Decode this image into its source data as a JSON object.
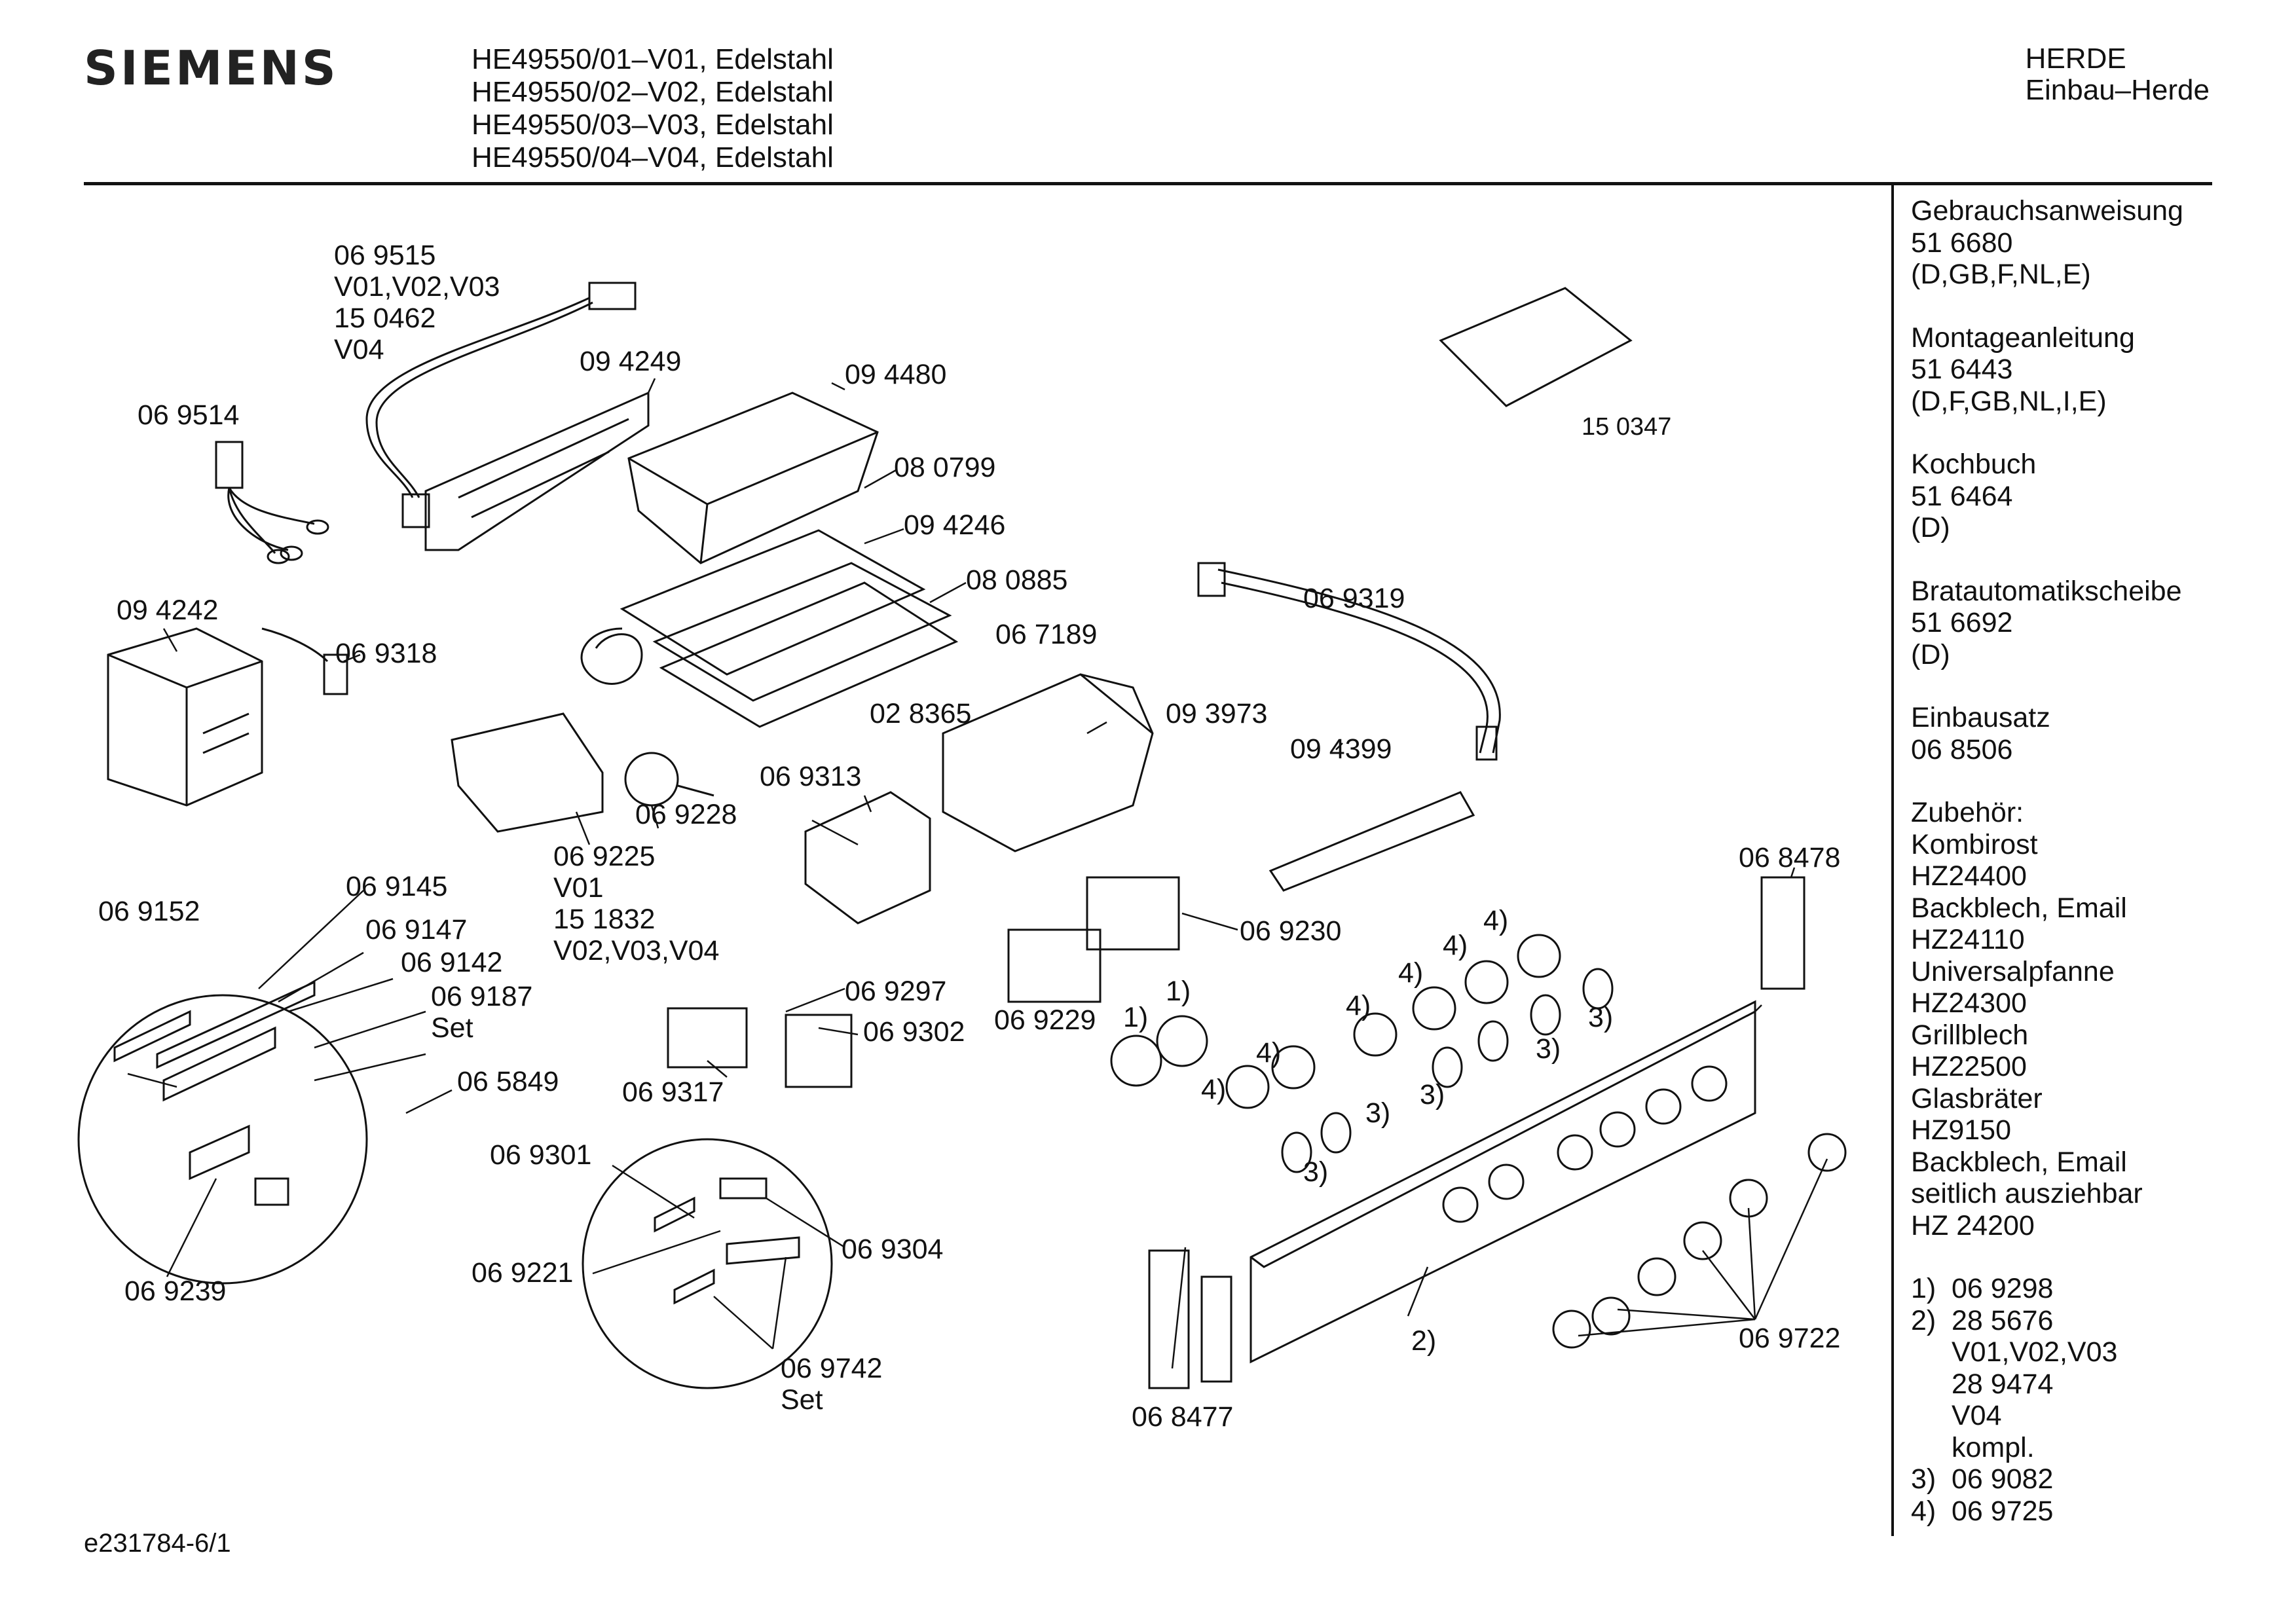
{
  "header": {
    "brand": "SIEMENS",
    "models": [
      "HE49550/01–V01, Edelstahl",
      "HE49550/02–V02, Edelstahl",
      "HE49550/03–V03, Edelstahl",
      "HE49550/04–V04, Edelstahl"
    ],
    "category": [
      "HERDE",
      "Einbau–Herde"
    ]
  },
  "sidebar": {
    "documents": [
      {
        "title": "Gebrauchsanweisung",
        "number": "51 6680",
        "note": "(D,GB,F,NL,E)"
      },
      {
        "title": "Montageanleitung",
        "number": "51 6443",
        "note": "(D,F,GB,NL,I,E)"
      },
      {
        "title": "Kochbuch",
        "number": "51 6464",
        "note": "(D)"
      },
      {
        "title": "Bratautomatikscheibe",
        "number": "51 6692",
        "note": "(D)"
      },
      {
        "title": "Einbausatz",
        "number": "06 8506"
      }
    ],
    "accessories_heading": "Zubehör:",
    "accessories": [
      {
        "name": "Kombirost",
        "number": "HZ24400"
      },
      {
        "name": "Backblech, Email",
        "number": "HZ24110"
      },
      {
        "name": "Universalpfanne",
        "number": "HZ24300"
      },
      {
        "name": "Grillblech",
        "number": "HZ22500"
      },
      {
        "name": "Glasbräter",
        "number": "HZ9150"
      },
      {
        "name": "Backblech, Email\nseitlich  ausziehbar",
        "number": "HZ 24200"
      }
    ],
    "footnotes": [
      {
        "key": "1)",
        "value": "06 9298"
      },
      {
        "key": "2)",
        "value": "28 5676",
        "extra": [
          "V01,V02,V03",
          "28 9474",
          "V04",
          "kompl."
        ]
      },
      {
        "key": "3)",
        "value": "06 9082"
      },
      {
        "key": "4)",
        "value": "06 9725"
      }
    ]
  },
  "footer": {
    "drawing_id": "e231784-6/1"
  },
  "callouts": [
    {
      "id": "c1",
      "lines": [
        "06 9515",
        "V01,V02,V03",
        "15 0462",
        "V04"
      ]
    },
    {
      "id": "c2",
      "lines": [
        "09 4249"
      ]
    },
    {
      "id": "c3",
      "lines": [
        "09 4480"
      ]
    },
    {
      "id": "c4",
      "lines": [
        "06 9514"
      ]
    },
    {
      "id": "c5",
      "lines": [
        "08 0799"
      ]
    },
    {
      "id": "c6",
      "lines": [
        "09 4246"
      ]
    },
    {
      "id": "c7",
      "lines": [
        "08 0885"
      ]
    },
    {
      "id": "c8",
      "lines": [
        "09 4242"
      ]
    },
    {
      "id": "c9",
      "lines": [
        "06 9318"
      ]
    },
    {
      "id": "c10",
      "lines": [
        "06 7189"
      ]
    },
    {
      "id": "c11",
      "lines": [
        "06 9319"
      ]
    },
    {
      "id": "c12",
      "lines": [
        "02 8365"
      ]
    },
    {
      "id": "c13",
      "lines": [
        "09 3973"
      ]
    },
    {
      "id": "c14",
      "lines": [
        "06 9313"
      ]
    },
    {
      "id": "c15",
      "lines": [
        "06 9228"
      ]
    },
    {
      "id": "c16",
      "lines": [
        "09 4399"
      ]
    },
    {
      "id": "c17",
      "lines": [
        "06 9225",
        "V01",
        "15 1832",
        "V02,V03,V04"
      ]
    },
    {
      "id": "c18",
      "lines": [
        "06 9145"
      ]
    },
    {
      "id": "c19",
      "lines": [
        "06 9152"
      ]
    },
    {
      "id": "c20",
      "lines": [
        "06 9147"
      ]
    },
    {
      "id": "c21",
      "lines": [
        "06 9142"
      ]
    },
    {
      "id": "c22",
      "lines": [
        "06 9187",
        "Set"
      ]
    },
    {
      "id": "c23",
      "lines": [
        "06 5849"
      ]
    },
    {
      "id": "c24",
      "lines": [
        "06 9297"
      ]
    },
    {
      "id": "c25",
      "lines": [
        "06 9302"
      ]
    },
    {
      "id": "c26",
      "lines": [
        "06 9317"
      ]
    },
    {
      "id": "c27",
      "lines": [
        "06 9230"
      ]
    },
    {
      "id": "c28",
      "lines": [
        "06 9229"
      ]
    },
    {
      "id": "c29",
      "lines": [
        "06 8478"
      ]
    },
    {
      "id": "c30",
      "lines": [
        "06 9301"
      ]
    },
    {
      "id": "c31",
      "lines": [
        "06 9221"
      ]
    },
    {
      "id": "c32",
      "lines": [
        "06 9304"
      ]
    },
    {
      "id": "c33",
      "lines": [
        "06 9742",
        "Set"
      ]
    },
    {
      "id": "c34",
      "lines": [
        "06 9239"
      ]
    },
    {
      "id": "c35",
      "lines": [
        "06 9722"
      ]
    },
    {
      "id": "c36",
      "lines": [
        "06 8477"
      ]
    },
    {
      "id": "c37",
      "lines": [
        "15 0347"
      ]
    }
  ],
  "refs": {
    "r1": "1)",
    "r2": "1)",
    "r3": "4)",
    "r4": "4)",
    "r5": "4)",
    "r6": "4)",
    "r7": "4)",
    "r8": "4)",
    "r9": "3)",
    "r10": "3)",
    "r11": "3)",
    "r12": "3)",
    "r13": "3)",
    "r14": "2)"
  }
}
